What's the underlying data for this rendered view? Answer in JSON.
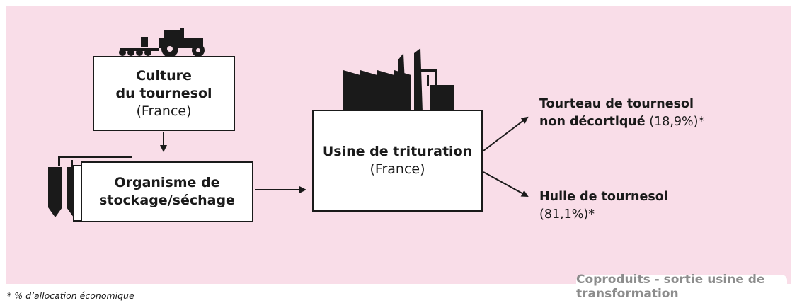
{
  "culture": {
    "line1": "Culture",
    "line2": "du tournesol",
    "origin": "(France)"
  },
  "stockage": {
    "line1": "Organisme de",
    "line2": "stockage/séchage"
  },
  "usine": {
    "title": "Usine de trituration",
    "origin": "(France)"
  },
  "outputs": {
    "tourteau": {
      "line1": "Tourteau de tournesol",
      "line2": "non décortiqué",
      "share": "(18,9%)*"
    },
    "huile": {
      "line1": "Huile de tournesol",
      "share": "(81,1%)*"
    }
  },
  "footnote": "* % d’allocation économique",
  "section_tag": "Coproduits - sortie usine de transformation",
  "icons": [
    "tractor-icon",
    "silo-icon",
    "factory-icon"
  ],
  "colors": {
    "background": "#f9dde8",
    "ink": "#1a1a1a",
    "tag_text": "#8c8c8c"
  }
}
